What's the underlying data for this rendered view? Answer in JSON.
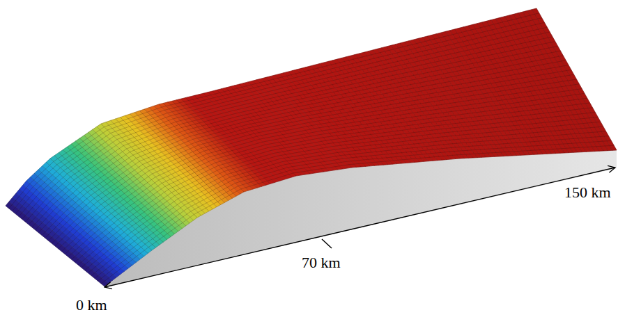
{
  "diagram": {
    "labels": [
      "0 km",
      "70 km",
      "150 km"
    ]
  }
}
